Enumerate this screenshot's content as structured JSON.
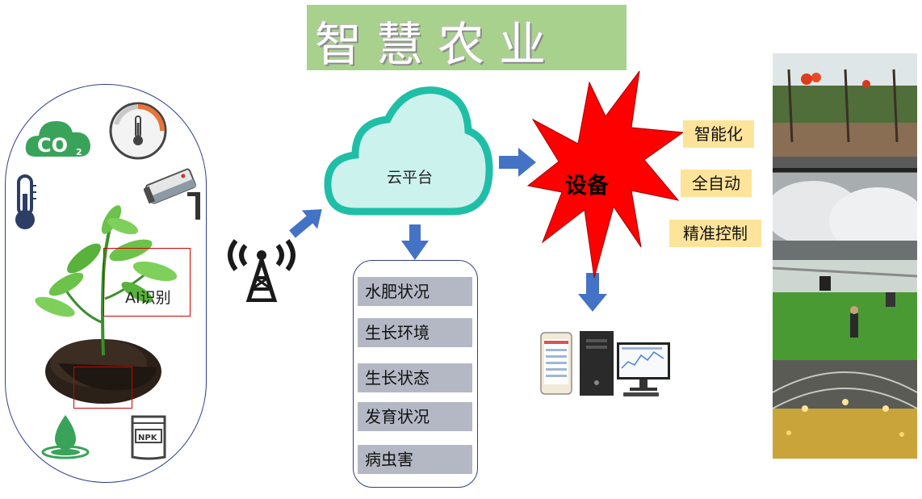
{
  "title": "智慧农业",
  "sensors": {
    "ai_label": "AI识别",
    "co2_text": "CO",
    "co2_sub": "2",
    "fertilizer_bag_text": "NPK"
  },
  "cloud": {
    "label": "云平台"
  },
  "monitoring_items": [
    "水肥状况",
    "生长环境",
    "生长状态",
    "发育状况",
    "病虫害"
  ],
  "device": {
    "label": "设备"
  },
  "features": [
    "智能化",
    "全自动",
    "精准控制"
  ],
  "colors": {
    "title_bg": "#a9d18e",
    "cloud_stroke": "#1ebfa6",
    "cloud_fill": "#ccf2ee",
    "arrow": "#4472c4",
    "device_burst": "#ff0000",
    "feature_bg": "#fde49a",
    "list_item_bg": "#b4b8c4",
    "panel_border": "#2f3f8f",
    "icon_green": "#3aa35a"
  }
}
